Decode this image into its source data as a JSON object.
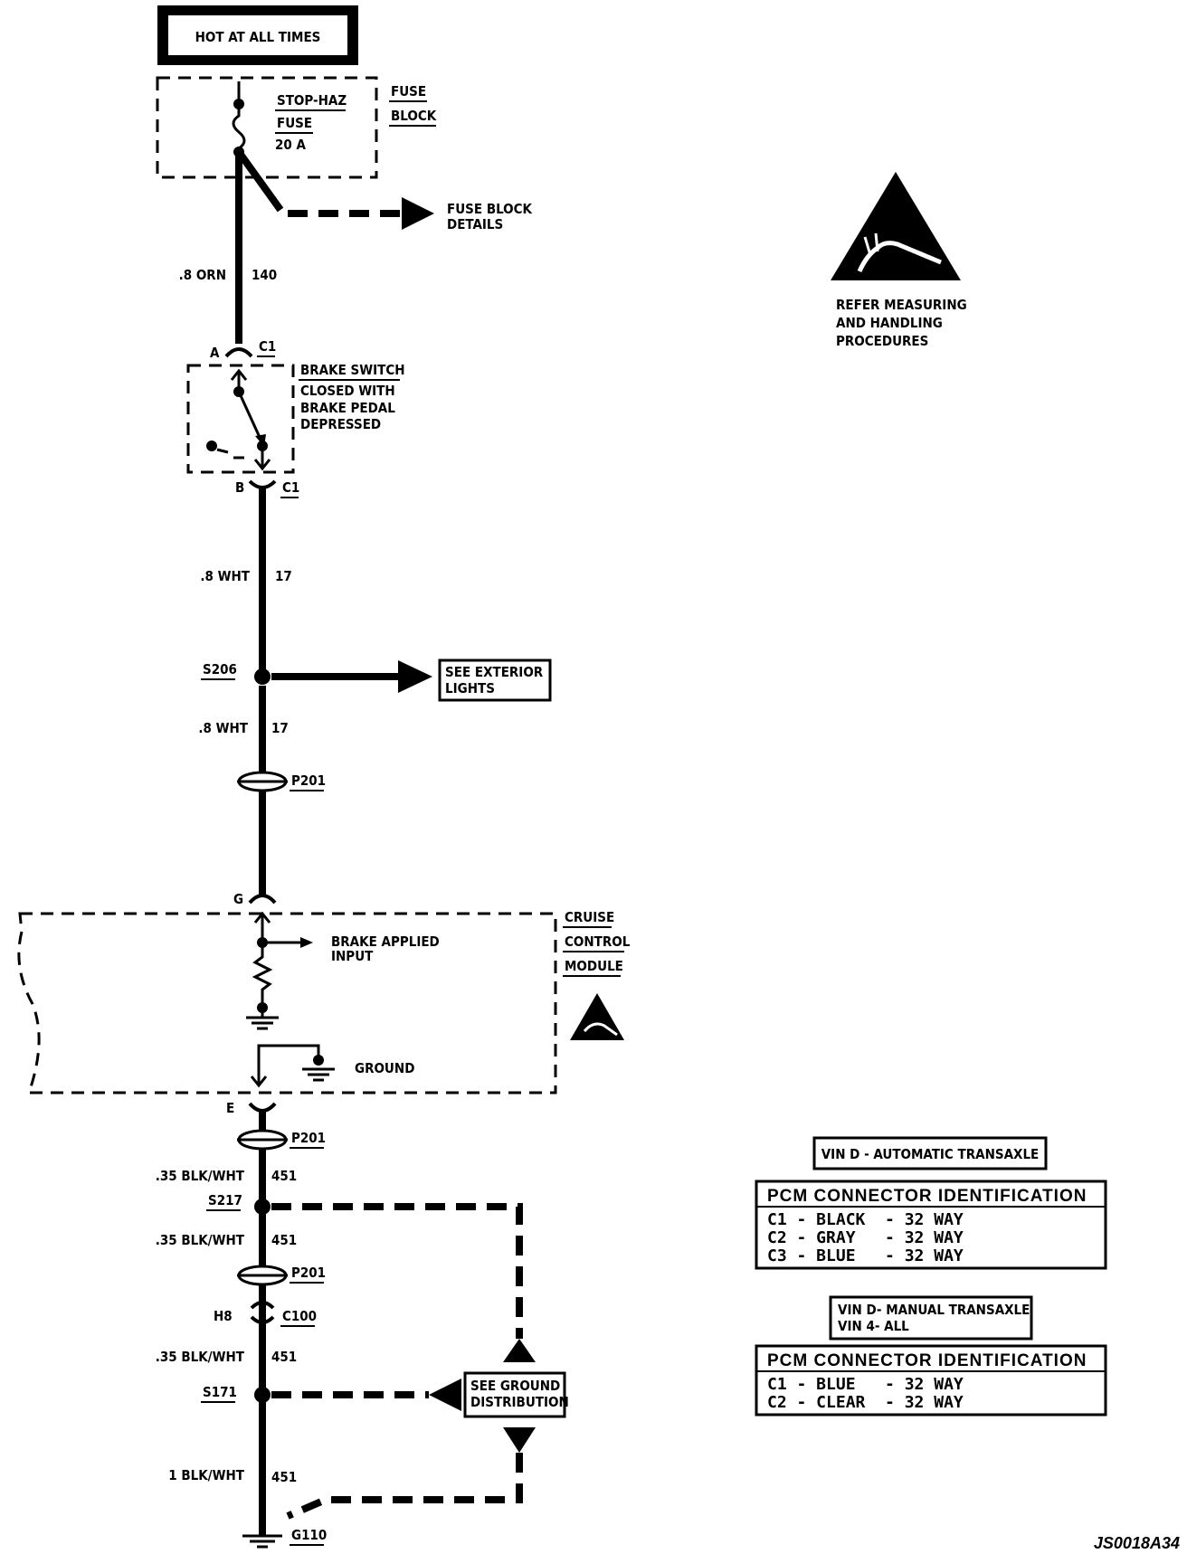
{
  "power": {
    "label": "HOT AT ALL TIMES"
  },
  "fuse": {
    "name": "STOP-HAZ",
    "word": "FUSE",
    "rating": "20 A",
    "block_line1": "FUSE",
    "block_line2": "BLOCK",
    "details_line1": "FUSE BLOCK",
    "details_line2": "DETAILS"
  },
  "wire140": {
    "gauge": ".8 ORN",
    "circuit": "140"
  },
  "brake_switch": {
    "pin_a": "A",
    "pin_b": "B",
    "connector": "C1",
    "title": "BRAKE SWITCH",
    "line2": "CLOSED WITH",
    "line3": "BRAKE PEDAL",
    "line4": "DEPRESSED"
  },
  "wire17a": {
    "gauge": ".8 WHT",
    "circuit": "17"
  },
  "s206": {
    "label": "S206",
    "ref_line1": "SEE EXTERIOR",
    "ref_line2": "LIGHTS"
  },
  "wire17b": {
    "gauge": ".8 WHT",
    "circuit": "17"
  },
  "p201": {
    "label": "P201"
  },
  "module": {
    "pin_g": "G",
    "pin_e": "E",
    "name_line1": "CRUISE",
    "name_line2": "CONTROL",
    "name_line3": "MODULE",
    "input_line1": "BRAKE APPLIED",
    "input_line2": "INPUT",
    "ground": "GROUND"
  },
  "esd": {
    "line1": "REFER MEASURING",
    "line2": "AND HANDLING",
    "line3": "PROCEDURES"
  },
  "wire451a": {
    "gauge": ".35 BLK/WHT",
    "circuit": "451"
  },
  "s217": {
    "label": "S217"
  },
  "wire451b": {
    "gauge": ".35 BLK/WHT",
    "circuit": "451"
  },
  "c100": {
    "pin": "H8",
    "label": "C100"
  },
  "wire451c": {
    "gauge": ".35 BLK/WHT",
    "circuit": "451"
  },
  "s171": {
    "label": "S171",
    "ref_line1": "SEE GROUND",
    "ref_line2": "DISTRIBUTION"
  },
  "wire451d": {
    "gauge": "1 BLK/WHT",
    "circuit": "451"
  },
  "g110": {
    "label": "G110"
  },
  "auto_tag": {
    "label": "VIN D - AUTOMATIC TRANSAXLE"
  },
  "pcm_auto": {
    "title": "PCM CONNECTOR IDENTIFICATION",
    "rows": [
      "C1 - BLACK  - 32 WAY",
      "C2 - GRAY   - 32 WAY",
      "C3 - BLUE   - 32 WAY"
    ]
  },
  "manual_tag": {
    "line1": "VIN D- MANUAL TRANSAXLE",
    "line2": "VIN 4- ALL"
  },
  "pcm_manual": {
    "title": "PCM CONNECTOR IDENTIFICATION",
    "rows": [
      "C1 - BLUE   - 32 WAY",
      "C2 - CLEAR  - 32 WAY"
    ]
  },
  "doc_id": "JS0018A34"
}
